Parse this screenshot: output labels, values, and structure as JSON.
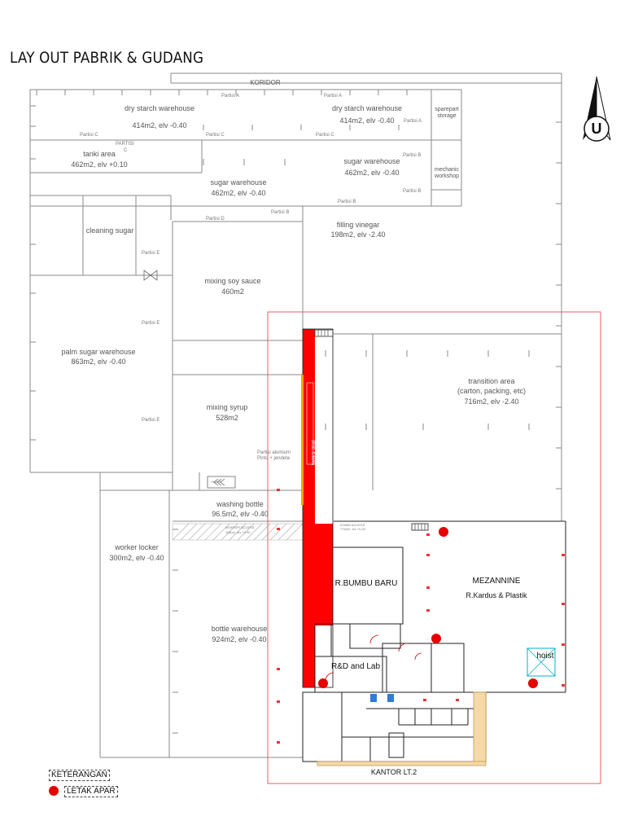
{
  "title": "LAY OUT PABRIK & GUDANG",
  "corridor": "KORIDOR",
  "rooms": {
    "dry_starch_1": {
      "name": "dry starch warehouse",
      "spec": "414m2, elv -0.40"
    },
    "dry_starch_2": {
      "name": "dry starch warehouse",
      "spec": "414m2, elv -0.40"
    },
    "sparepart": {
      "name": "sparepart",
      "name2": "storage"
    },
    "tanki": {
      "name": "tanki area",
      "spec": "462m2, elv +0.10"
    },
    "sugar_right": {
      "name": "sugar warehouse",
      "spec": "462m2, elv -0.40"
    },
    "mechanic": {
      "name": "mechanic",
      "name2": "workshop"
    },
    "sugar_mid": {
      "name": "sugar warehouse",
      "spec": "462m2, elv -0.40"
    },
    "cleaning": {
      "name": "cleaning sugar"
    },
    "filling": {
      "name": "filling vinegar",
      "spec": "198m2, elv -2.40"
    },
    "mixing_soy": {
      "name": "mixing soy sauce",
      "spec": "460m2"
    },
    "palm_sugar": {
      "name": "palm sugar warehouse",
      "spec": "863m2, elv -0.40"
    },
    "transition": {
      "name": "transition area",
      "name2": "(carton, packing, etc)",
      "spec": "716m2, elv -2.40"
    },
    "mixing_syrup": {
      "name": "mixing syrup",
      "spec": "528m2"
    },
    "washing": {
      "name": "washing bottle",
      "spec": "96.5m2, elv -0.40"
    },
    "worker_locker": {
      "name": "worker locker",
      "spec": "300m2, elv -0.40"
    },
    "bumbu": {
      "name": "R.BUMBU BARU"
    },
    "mezzanine": {
      "name": "MEZANNINE",
      "spec": "R.Kardus & Plastik"
    },
    "bottle": {
      "name": "bottle warehouse",
      "spec": "924m2, elv -0.40"
    },
    "rnd": {
      "name": "R&D and Lab"
    },
    "hoist": {
      "name": "hoist"
    },
    "kantor": {
      "name": "KANTOR LT.2"
    }
  },
  "partitions": {
    "a1": "Partisi A",
    "a2": "Partisi A",
    "a3": "Partisi A",
    "c1": "Partisi C",
    "c2": "Partisi C",
    "c3": "Partisi C",
    "partisi_caps": "PARTISI",
    "partisi_caps_c": "C",
    "b1": "Partisi B",
    "b2": "Partisi B",
    "b3": "Partisi B",
    "b4": "Partisi B",
    "d": "Partisi D",
    "e1": "Partisi E",
    "e2": "Partisi E",
    "e3": "Partisi E",
    "alum1": "Partisi alumium",
    "alum2": "Pintu + jendela"
  },
  "small_labels": {
    "kosonglabel": "JKSE JUMAN",
    "ramp": "RAMP",
    "worker_access": "WORKER ACCESS",
    "worker_access_spec": "118m2, elv +0.00",
    "ramp_access": "KOMBI ACCESS",
    "ramp_access_spec": "774m2, elv +0.00"
  },
  "compass": {
    "letter": "U"
  },
  "legend": {
    "title": "KETERANGAN",
    "apar": "LETAK APAR"
  },
  "colors": {
    "apar": "#e60000",
    "zone": "#e06060",
    "walkway": "#ff0000",
    "office_strip": "#f5d9a8"
  }
}
